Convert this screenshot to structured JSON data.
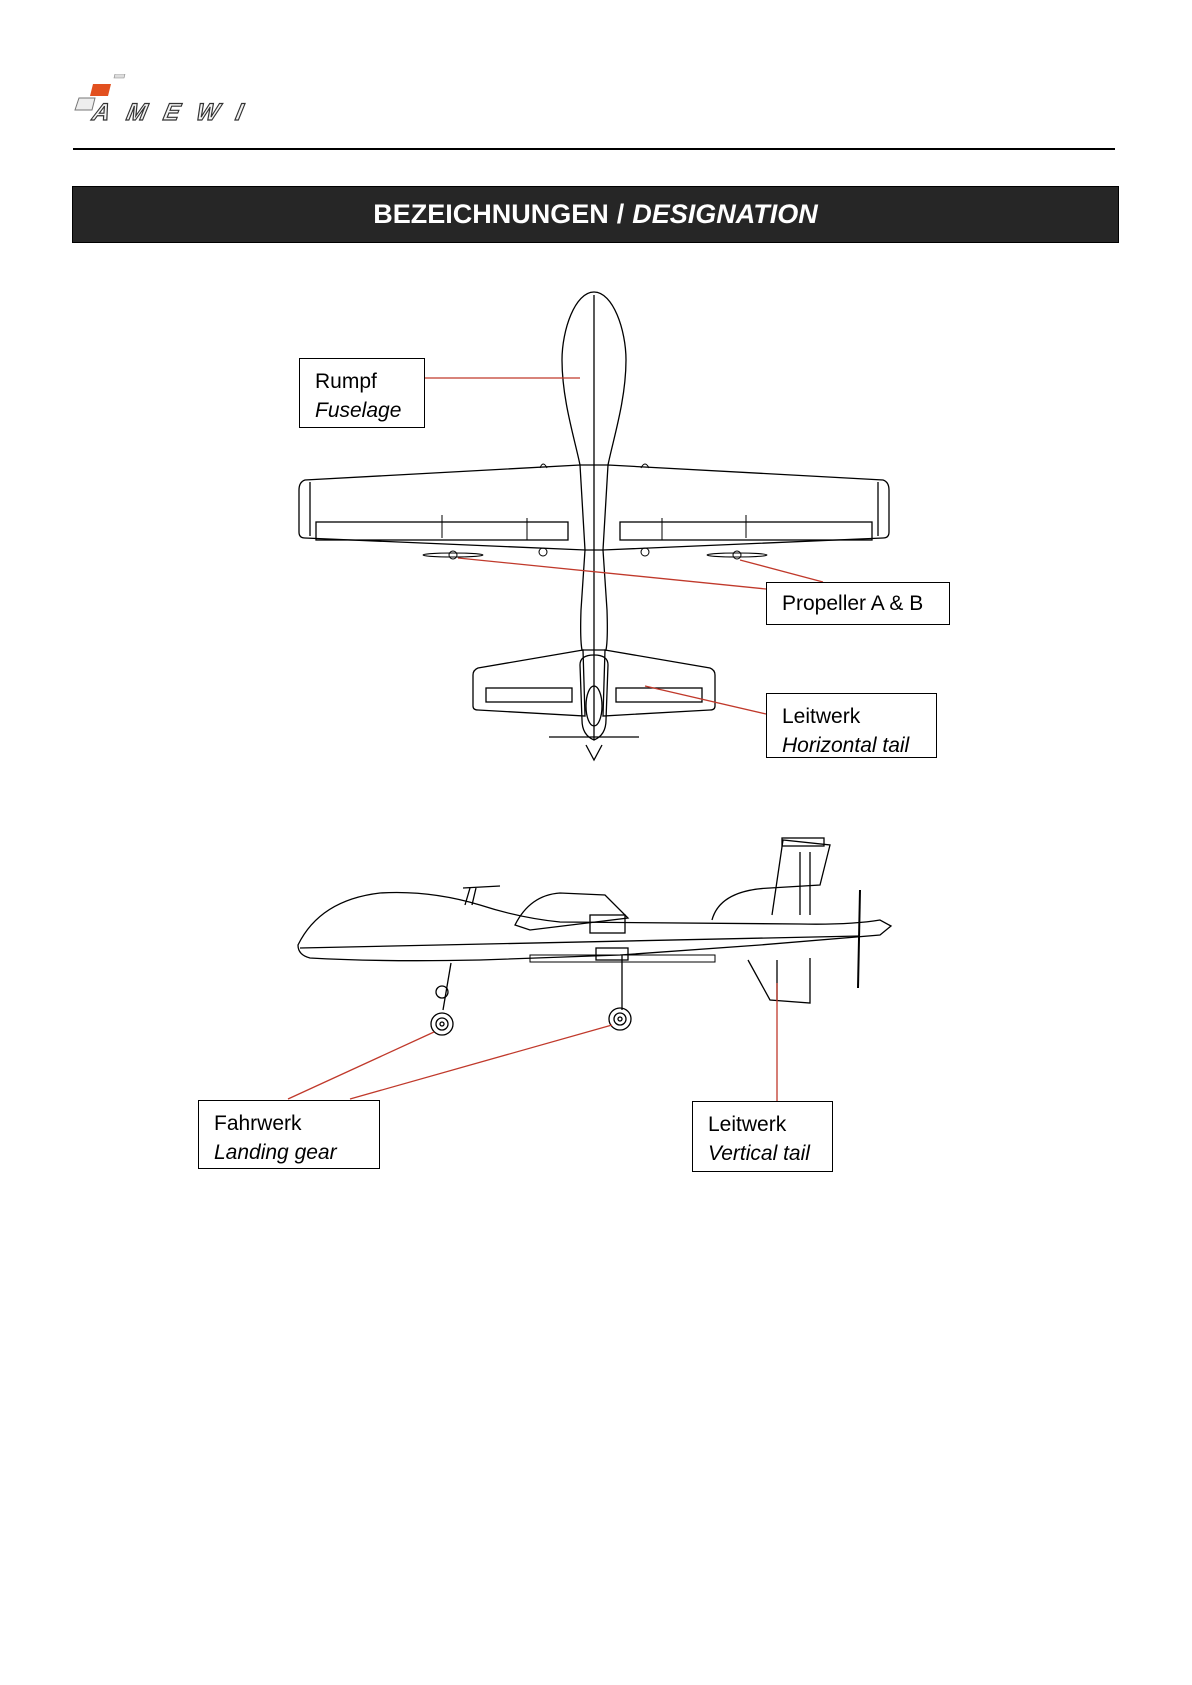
{
  "header": {
    "logo_text": "AMEWI",
    "banner_title": "BEZEICHNUNGEN",
    "banner_separator": "/",
    "banner_title_en": "DESIGNATION"
  },
  "callouts": {
    "fuselage": {
      "de": "Rumpf",
      "en": "Fuselage"
    },
    "propeller": {
      "de": "Propeller A & B"
    },
    "horizontal_tail": {
      "de": "Leitwerk",
      "en": "Horizontal tail"
    },
    "landing_gear": {
      "de": "Fahrwerk",
      "en": "Landing gear"
    },
    "vertical_tail": {
      "de": "Leitwerk",
      "en": "Vertical tail"
    }
  },
  "colors": {
    "banner": "#262626",
    "leader_line": "#c0392b",
    "logo_accent": "#e2501f"
  }
}
